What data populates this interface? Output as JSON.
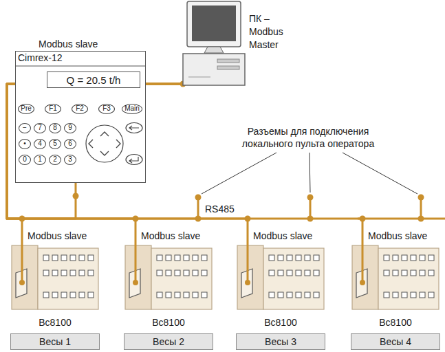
{
  "diagram": {
    "nodes": [
      {
        "text": [
          "ПК – Modbus Master"
        ]
      },
      {
        "text": [
          "Modbus slave",
          "Cimrex-12"
        ]
      },
      {
        "text": [
          "Q = 20.5 t/h"
        ],
        "in": 1
      },
      {
        "text": [
          "Modbus slave",
          "Bc8100"
        ]
      },
      {
        "text": [
          "Modbus slave",
          "Bc8100"
        ]
      },
      {
        "text": [
          "Modbus slave",
          "Bc8100"
        ]
      },
      {
        "text": [
          "Modbus slave",
          "Bc8100"
        ]
      },
      {
        "text": [
          "Весы 1"
        ]
      },
      {
        "text": [
          "Весы 2"
        ]
      },
      {
        "text": [
          "Весы 3"
        ]
      },
      {
        "text": [
          "Весы 4"
        ]
      }
    ],
    "edges": [
      {
        "from": 0,
        "to": 1,
        "arrow": "none"
      },
      {
        "from": 0,
        "to": 3,
        "arrow": "none"
      },
      {
        "from": 0,
        "to": 4,
        "arrow": "none"
      },
      {
        "from": 0,
        "to": 5,
        "arrow": "none"
      },
      {
        "from": 0,
        "to": 6,
        "arrow": "none"
      }
    ],
    "labels": [
      "Разъемы для подключения локального пульта оператора",
      "RS485",
      "Pre",
      "F1",
      "F2",
      "F3",
      "Main",
      "−",
      "7",
      "8",
      "9",
      "•",
      "4",
      "5",
      "6",
      "0",
      "1",
      "2",
      "3"
    ]
  }
}
